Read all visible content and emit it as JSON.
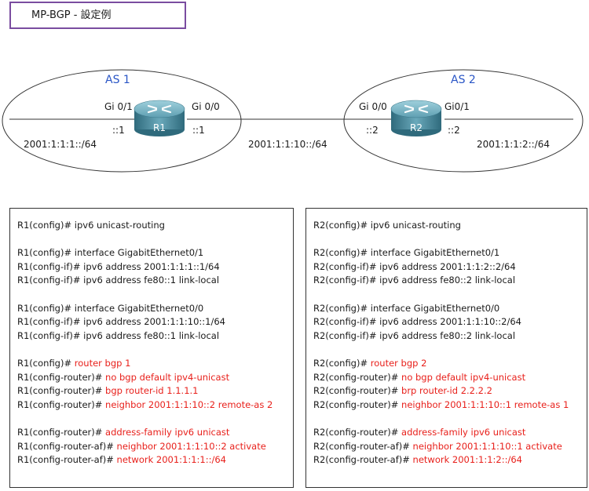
{
  "title": "MP-BGP - 設定例",
  "topology": {
    "as1_label": "AS 1",
    "as2_label": "AS 2",
    "r1": {
      "name": "R1",
      "if_left": "Gi 0/1",
      "if_right": "Gi 0/0",
      "addr_left": "::1",
      "addr_right": "::1"
    },
    "r2": {
      "name": "R2",
      "if_left": "Gi 0/0",
      "if_right": "Gi0/1",
      "addr_left": "::2",
      "addr_right": "::2"
    },
    "net_left": "2001:1:1:1::/64",
    "net_mid": "2001:1:1:10::/64",
    "net_right": "2001:1:1:2::/64",
    "colors": {
      "as_label": "#2a56c6",
      "title_border": "#7a4ca0",
      "highlight": "#e8201b",
      "router": "#4f8ea0"
    }
  },
  "r1_config": [
    [
      {
        "t": "R1(config)# ipv6 unicast-routing"
      }
    ],
    [],
    [
      {
        "t": "R1(config)# interface GigabitEthernet0/1"
      }
    ],
    [
      {
        "t": "R1(config-if)# ipv6 address 2001:1:1:1::1/64"
      }
    ],
    [
      {
        "t": "R1(config-if)# ipv6 address fe80::1 link-local"
      }
    ],
    [],
    [
      {
        "t": "R1(config)# interface GigabitEthernet0/0"
      }
    ],
    [
      {
        "t": "R1(config-if)# ipv6 address 2001:1:1:10::1/64"
      }
    ],
    [
      {
        "t": "R1(config-if)# ipv6 address fe80::1 link-local"
      }
    ],
    [],
    [
      {
        "t": "R1(config)# "
      },
      {
        "t": "router bgp 1",
        "r": true
      }
    ],
    [
      {
        "t": "R1(config-router)# "
      },
      {
        "t": "no bgp default ipv4-unicast",
        "r": true
      }
    ],
    [
      {
        "t": "R1(config-router)# "
      },
      {
        "t": "bgp router-id 1.1.1.1",
        "r": true
      }
    ],
    [
      {
        "t": "R1(config-router)# "
      },
      {
        "t": "neighbor 2001:1:1:10::2 remote-as 2",
        "r": true
      }
    ],
    [],
    [
      {
        "t": "R1(config-router)# "
      },
      {
        "t": "address-family ipv6 unicast",
        "r": true
      }
    ],
    [
      {
        "t": "R1(config-router-af)# "
      },
      {
        "t": "neighbor 2001:1:1:10::2 activate",
        "r": true
      }
    ],
    [
      {
        "t": "R1(config-router-af)# "
      },
      {
        "t": "network 2001:1:1:1::/64",
        "r": true
      }
    ]
  ],
  "r2_config": [
    [
      {
        "t": "R2(config)# ipv6 unicast-routing"
      }
    ],
    [],
    [
      {
        "t": "R2(config)# interface GigabitEthernet0/1"
      }
    ],
    [
      {
        "t": "R2(config-if)# ipv6 address 2001:1:1:2::2/64"
      }
    ],
    [
      {
        "t": "R2(config-if)# ipv6 address fe80::2 link-local"
      }
    ],
    [],
    [
      {
        "t": "R2(config)# interface GigabitEthernet0/0"
      }
    ],
    [
      {
        "t": "R2(config-if)# ipv6 address 2001:1:1:10::2/64"
      }
    ],
    [
      {
        "t": "R2(config-if)# ipv6 address fe80::2 link-local"
      }
    ],
    [],
    [
      {
        "t": "R2(config)# "
      },
      {
        "t": "router bgp 2",
        "r": true
      }
    ],
    [
      {
        "t": "R2(config-router)# "
      },
      {
        "t": "no bgp default ipv4-unicast",
        "r": true
      }
    ],
    [
      {
        "t": "R2(config-router)# "
      },
      {
        "t": "brp router-id 2.2.2.2",
        "r": true
      }
    ],
    [
      {
        "t": "R2(config-router)# "
      },
      {
        "t": "neighbor 2001:1:1:10::1 remote-as 1",
        "r": true
      }
    ],
    [],
    [
      {
        "t": "R2(config-router)# "
      },
      {
        "t": "address-family ipv6 unicast",
        "r": true
      }
    ],
    [
      {
        "t": "R2(config-router-af)# "
      },
      {
        "t": "neighbor 2001:1:1:10::1 activate",
        "r": true
      }
    ],
    [
      {
        "t": "R2(config-router-af)# "
      },
      {
        "t": "network 2001:1:1:2::/64",
        "r": true
      }
    ]
  ]
}
